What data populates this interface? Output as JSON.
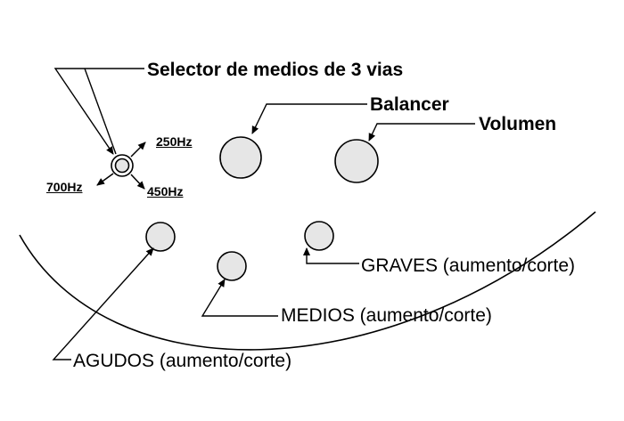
{
  "labels": {
    "selector": "Selector de medios de 3 vias",
    "balancer": "Balancer",
    "volumen": "Volumen",
    "hz_250": "250Hz",
    "hz_700": "700Hz",
    "hz_450": "450Hz",
    "graves": "GRAVES (aumento/corte)",
    "medios": "MEDIOS (aumento/corte)",
    "agudos": "AGUDOS (aumento/corte)"
  },
  "colors": {
    "knob_fill": "#e6e6e6",
    "stroke": "#000000"
  }
}
